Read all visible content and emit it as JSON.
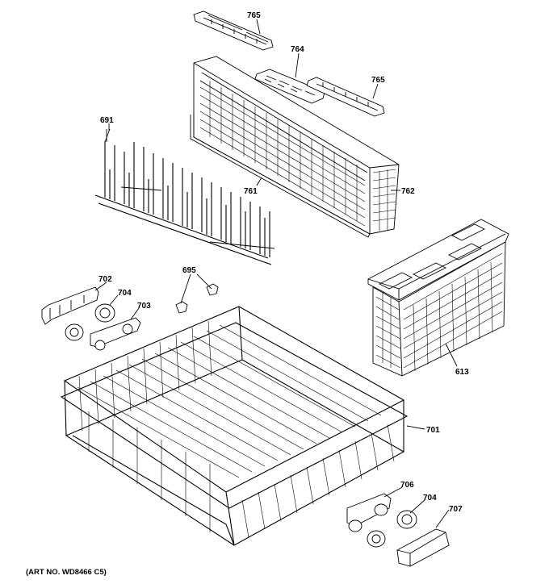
{
  "diagram": {
    "art_number": "(ART NO. WD8466 C5)",
    "callouts": {
      "p765a": "765",
      "p764": "764",
      "p765b": "765",
      "p691": "691",
      "p762": "762",
      "p761": "761",
      "p695": "695",
      "p702": "702",
      "p704a": "704",
      "p703": "703",
      "p613": "613",
      "p701": "701",
      "p706": "706",
      "p704b": "704",
      "p707": "707"
    }
  }
}
